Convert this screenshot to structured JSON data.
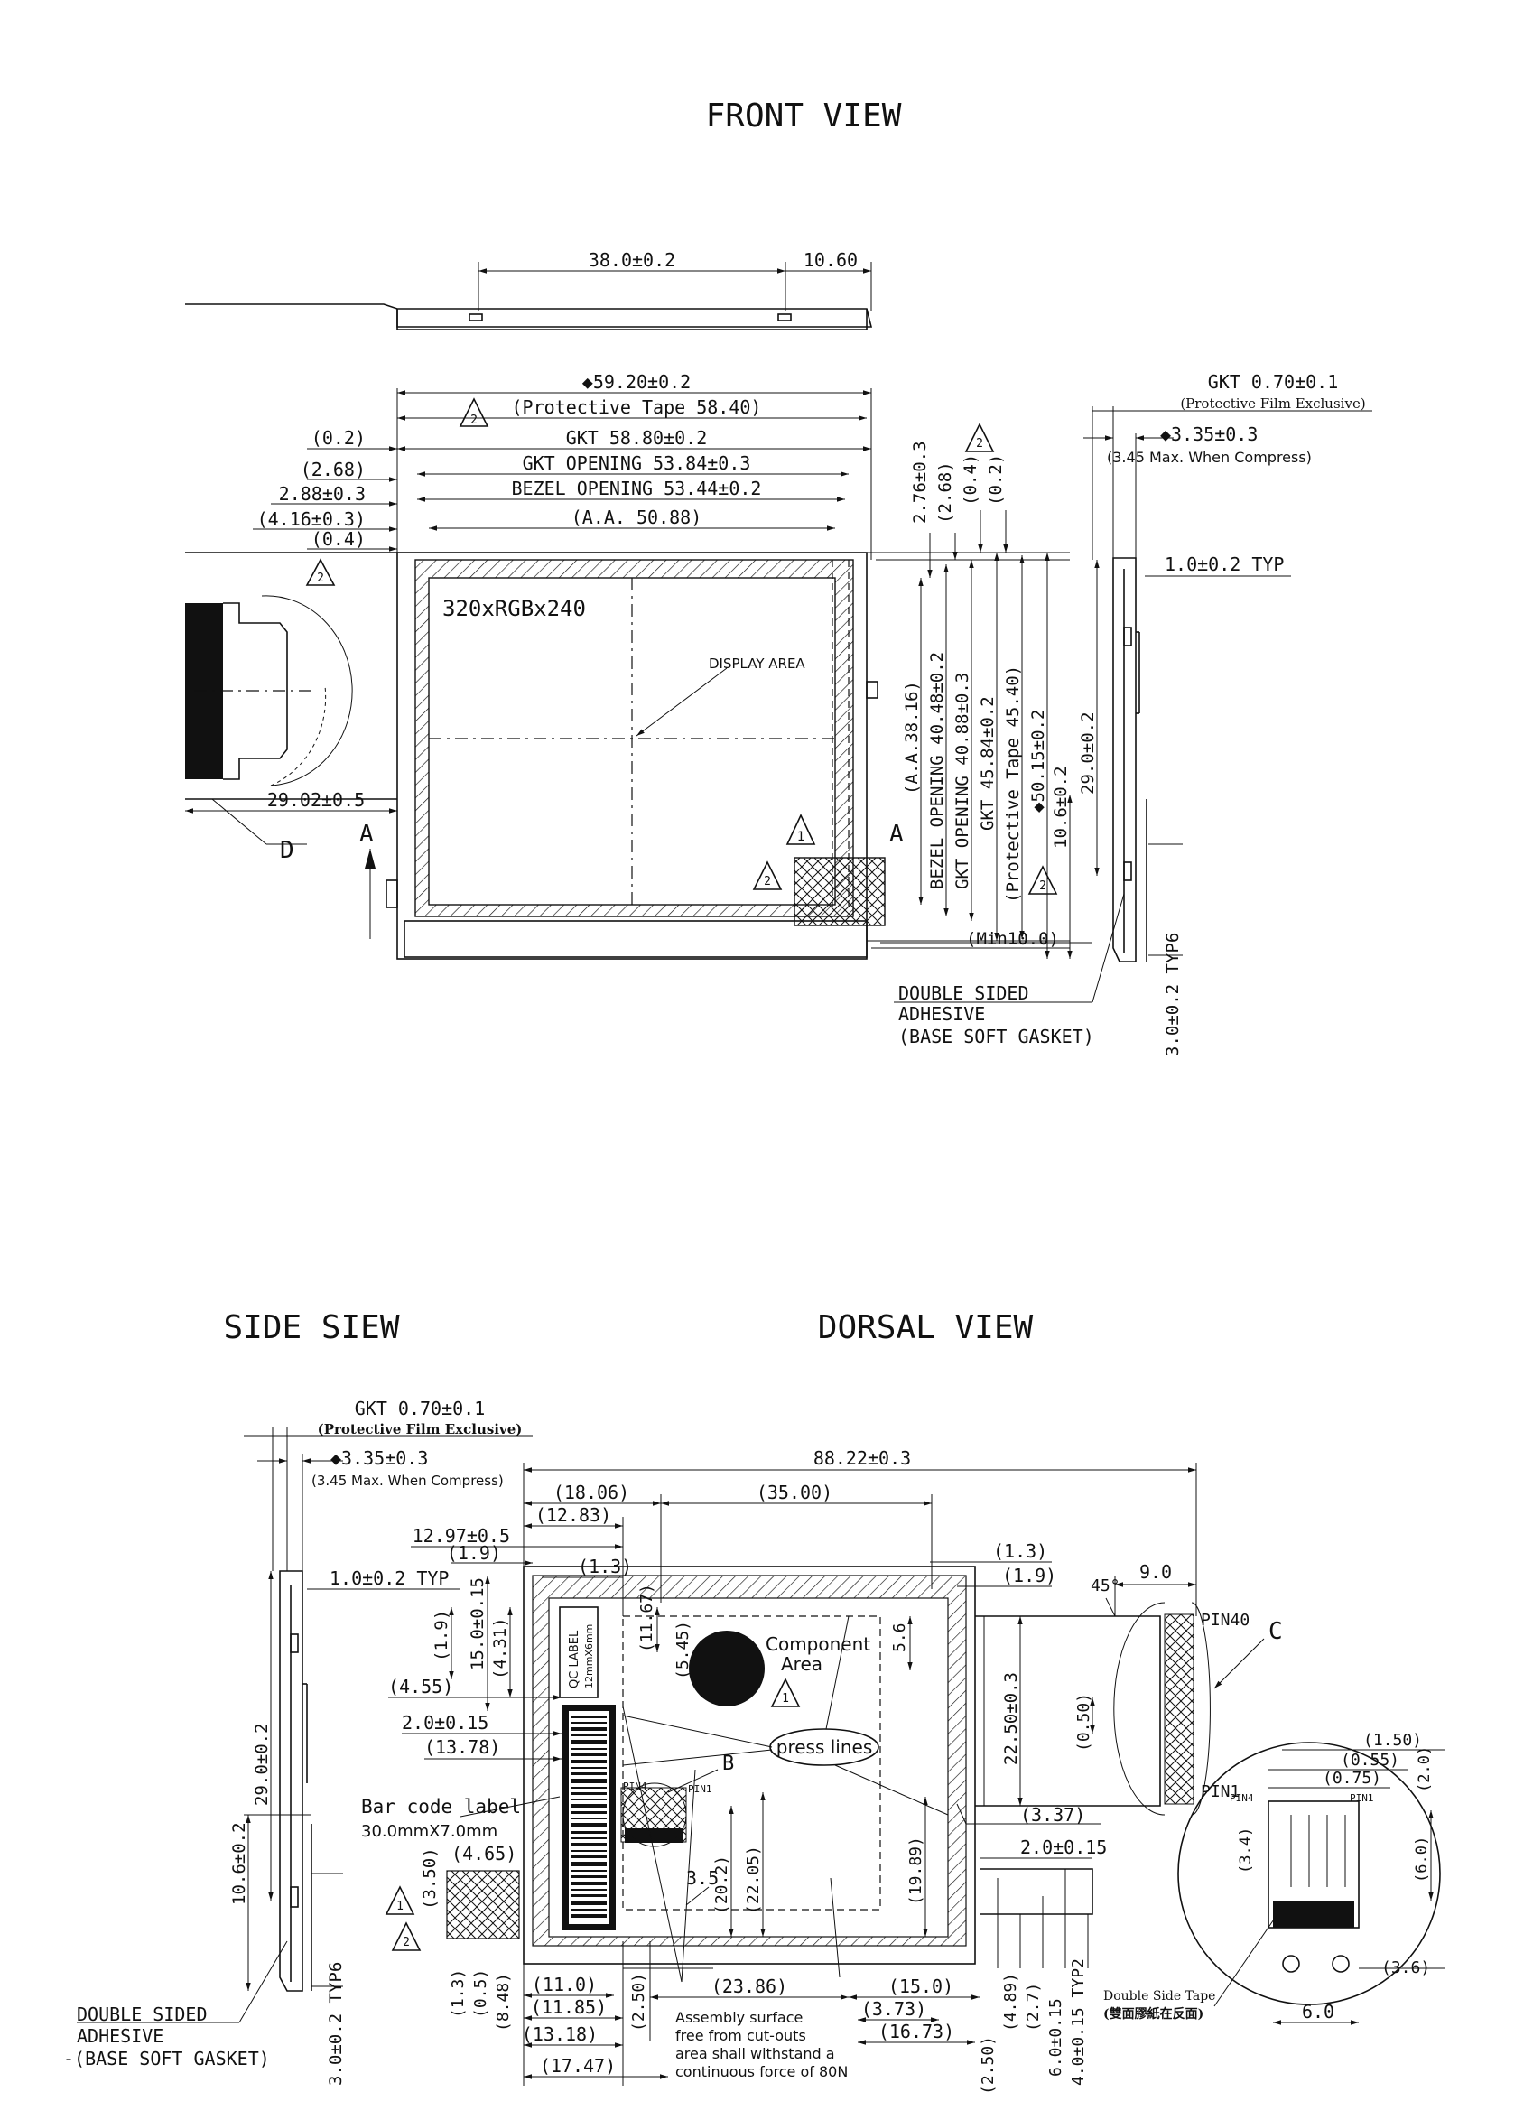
{
  "views": {
    "front": "FRONT VIEW",
    "side": "SIDE SIEW",
    "dorsal": "DORSAL VIEW"
  },
  "front": {
    "top_dims": [
      "38.0±0.2",
      "10.60"
    ],
    "width_dims": [
      "◆59.20±0.2",
      "(Protective Tape 58.40)",
      "GKT 58.80±0.2",
      "GKT OPENING 53.84±0.3",
      "BEZEL OPENING 53.44±0.2",
      "(A.A. 50.88)"
    ],
    "left_dims": [
      "(0.2)",
      "(2.68)",
      "2.88±0.3",
      "(4.16±0.3)",
      "(0.4)"
    ],
    "resolution": "320xRGBx240",
    "display_area": "DISPLAY AREA",
    "connector_dim": "29.02±0.5",
    "detail_d": "D",
    "section_a": "A",
    "note_marks": [
      "1",
      "2"
    ],
    "vertical_dims": [
      "2.76±0.3",
      "(2.68)",
      "(0.4)",
      "(0.2)",
      "(A.A.38.16)",
      "BEZEL OPENING 40.48±0.2",
      "GKT OPENING 40.88±0.3",
      "GKT 45.84±0.2",
      "(Protective Tape 45.40)",
      "◆50.15±0.2",
      "10.6±0.2",
      "29.0±0.2"
    ],
    "min_dim": "(Min10.0)",
    "side_dims": {
      "gkt": "GKT 0.70±0.1",
      "gkt_note": "(Protective Film Exclusive)",
      "thickness": "◆3.35±0.3",
      "thickness_note": "(3.45 Max. When Compress)",
      "typ": "1.0±0.2 TYP",
      "typ6": "3.0±0.2 TYP6"
    },
    "adhesive": [
      "DOUBLE SIDED",
      "ADHESIVE",
      "(BASE SOFT GASKET)"
    ]
  },
  "side": {
    "gkt": "GKT 0.70±0.1",
    "gkt_note": "(Protective Film Exclusive)",
    "thickness": "◆3.35±0.3",
    "thickness_note": "(3.45 Max. When Compress)",
    "typ": "1.0±0.2 TYP",
    "dims": [
      "29.0±0.2",
      "10.6±0.2"
    ],
    "typ6": "3.0±0.2 TYP6",
    "adhesive": [
      "DOUBLE SIDED",
      "ADHESIVE",
      "-(BASE SOFT GASKET)"
    ],
    "note_marks": [
      "1",
      "2"
    ]
  },
  "dorsal": {
    "overall": "88.22±0.3",
    "top_dims": [
      "(18.06)",
      "(35.00)",
      "(12.83)",
      "12.97±0.5",
      "(1.9)",
      "(1.3)",
      "(1.3)",
      "(1.9)",
      "9.0",
      "45°"
    ],
    "left_dims": [
      "(1.9)",
      "15.0±0.15",
      "(4.31)",
      "(4.55)",
      "2.0±0.15",
      "(13.78)",
      "(4.65)",
      "(3.50)"
    ],
    "label_qc": [
      "QC LABEL",
      "12mmX6mm"
    ],
    "barcode_label": [
      "Bar code label",
      "30.0mmX7.0mm"
    ],
    "component": [
      "Component",
      "Area"
    ],
    "press_lines": "press lines",
    "inner_dims": [
      "(11.67)",
      "(5.45)",
      "5.6",
      "22.50±0.3",
      "(0.50)",
      "3.5",
      "(20.2)",
      "(22.05)",
      "(19.89)"
    ],
    "pins": [
      "PIN40",
      "PIN1",
      "PIN4",
      "PIN1"
    ],
    "detail_b": "B",
    "detail_c": "C",
    "right_dims": [
      "(3.37)",
      "2.0±0.15"
    ],
    "bottom_dims": [
      "(11.0)",
      "(11.85)",
      "(13.18)",
      "(17.47)",
      "(1.3)",
      "(0.5)",
      "(8.48)",
      "(2.50)",
      "(23.86)",
      "(15.0)",
      "(3.73)",
      "(16.73)",
      "(2.50)",
      "(4.89)",
      "(2.7)",
      "6.0±0.15",
      "4.0±0.15 TYP2"
    ],
    "assembly_note": [
      "Assembly surface",
      "free from cut-outs",
      "area shall withstand a",
      "continuous force of 80N"
    ],
    "detail_dims": [
      "(1.50)",
      "(0.55)",
      "(0.75)",
      "(2.0)",
      "(3.4)",
      "(6.0)",
      "(3.6)",
      "6.0"
    ],
    "tape_note": [
      "Double Side Tape",
      "(雙面膠紙在反面)"
    ],
    "note_marks": [
      "1",
      "2"
    ]
  }
}
